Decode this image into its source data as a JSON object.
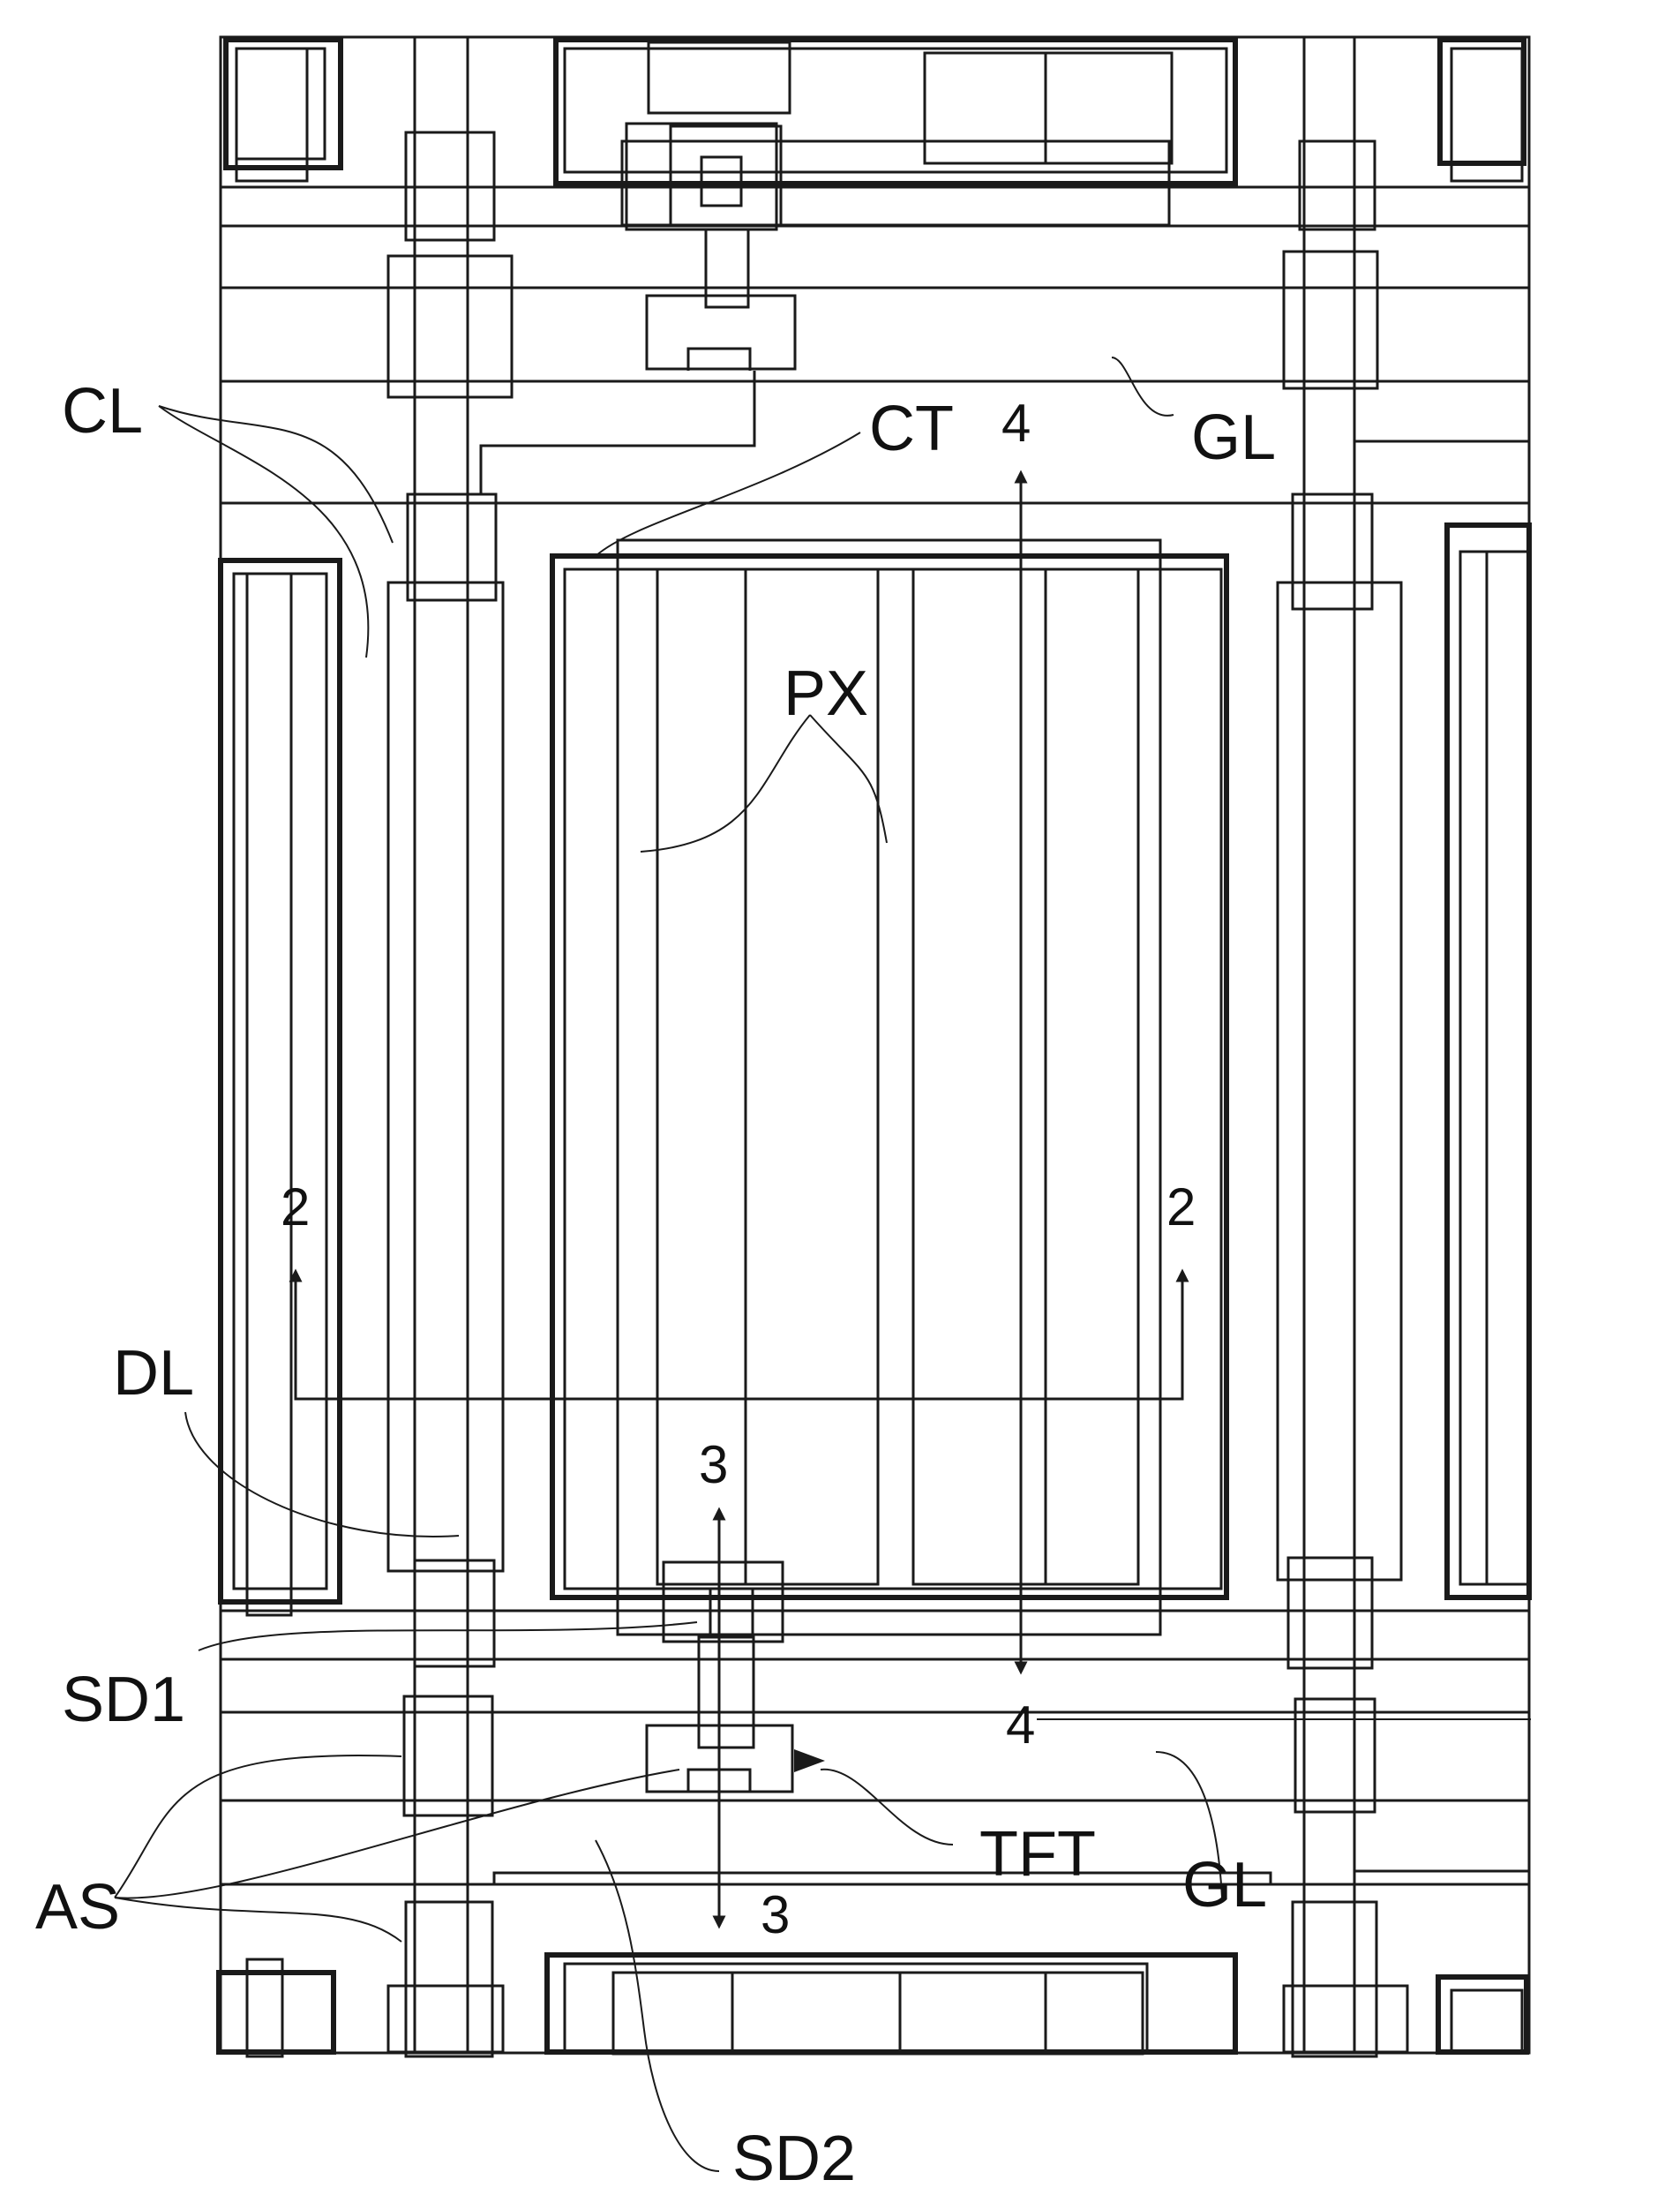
{
  "labels": {
    "cl": "CL",
    "ct": "CT",
    "gl_top": "GL",
    "px": "PX",
    "dl": "DL",
    "sd1": "SD1",
    "as": "AS",
    "tft": "TFT",
    "gl_bottom": "GL",
    "sd2": "SD2"
  },
  "section_marks": {
    "s2_left": "2",
    "s2_right": "2",
    "s3_top": "3",
    "s3_bottom": "3",
    "s4_top": "4",
    "s4_bottom": "4"
  },
  "colors": {
    "line": "#1a1a1a",
    "background": "#ffffff"
  }
}
